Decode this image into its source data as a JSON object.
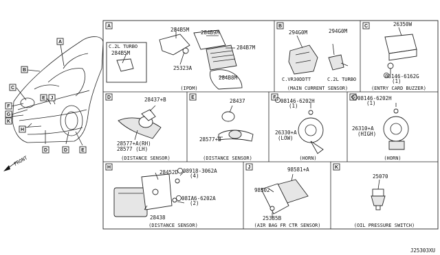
{
  "diagram_code": "J25303XU",
  "front_label": "FRONT",
  "car_callouts": [
    "A",
    "B",
    "C",
    "E",
    "F",
    "G",
    "J",
    "D",
    "H",
    "D",
    "E",
    "K"
  ],
  "cells": {
    "A": {
      "letter": "A",
      "sublabel": "C.2L TURBO",
      "caption": "(IPDM)",
      "parts": [
        "284B5M",
        "284B5M",
        "284B9M",
        "284B7M",
        "25323A",
        "284B8M"
      ]
    },
    "B": {
      "letter": "B",
      "sublabel_left": "C.VR30DDTT",
      "sublabel_right": "C.2L TURBO",
      "caption": "(MAIN CURRENT SENSOR)",
      "parts": [
        "294G0M",
        "294G0M"
      ]
    },
    "C": {
      "letter": "C",
      "caption": "(ENTRY CARD BUZZER)",
      "parts": [
        "26350W",
        "08146-6162G",
        "(1)"
      ]
    },
    "D": {
      "letter": "D",
      "caption": "(DISTANCE SENSOR)",
      "parts": [
        "28437+B",
        "28577+A(RH)",
        "28577   (LH)"
      ]
    },
    "E": {
      "letter": "E",
      "caption": "(DISTANCE SENSOR)",
      "parts": [
        "28437",
        "28577+B"
      ]
    },
    "F": {
      "letter": "F",
      "caption": "(HORN)",
      "parts": [
        "08146-6202H",
        "(1)",
        "26330+A",
        "(LOW)"
      ]
    },
    "G": {
      "letter": "G",
      "caption": "(HORN)",
      "parts": [
        "08146-6202H",
        "(1)",
        "26310+A",
        "(HIGH)"
      ]
    },
    "H": {
      "letter": "H",
      "caption": "(DISTANCE SENSOR)",
      "parts": [
        "28452D",
        "08918-3062A",
        "(4)",
        "08IA6-6202A",
        "(2)",
        "28438"
      ]
    },
    "J": {
      "letter": "J",
      "caption": "(AIR BAG FR CTR SENSOR)",
      "parts": [
        "98581+A",
        "98502",
        "25385B"
      ]
    },
    "K": {
      "letter": "K",
      "caption": "(OIL PRESSURE SWITCH)",
      "parts": [
        "25070"
      ]
    }
  }
}
